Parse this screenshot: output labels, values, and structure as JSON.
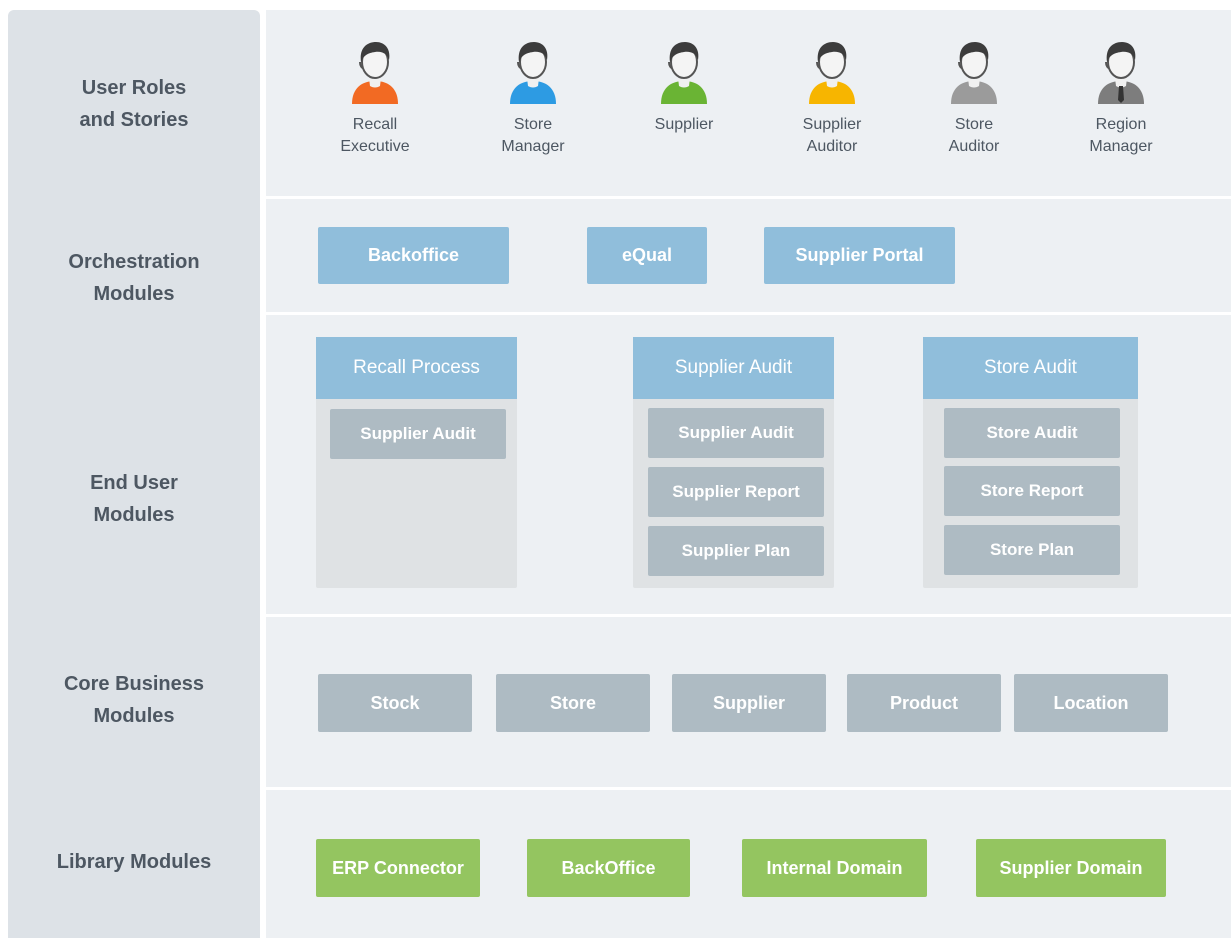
{
  "row_labels": {
    "roles": "User Roles\nand Stories",
    "orchestration": "Orchestration\nModules",
    "end_user": "End User\nModules",
    "core": "Core Business\nModules",
    "library": "Library Modules"
  },
  "roles": [
    {
      "label": "Recall\nExecutive",
      "shirt_color": "#f26a23",
      "icon": "person-icon"
    },
    {
      "label": "Store\nManager",
      "shirt_color": "#2d9be3",
      "icon": "person-icon"
    },
    {
      "label": "Supplier",
      "shirt_color": "#6ab434",
      "icon": "person-icon"
    },
    {
      "label": "Supplier\nAuditor",
      "shirt_color": "#f7b500",
      "icon": "person-icon"
    },
    {
      "label": "Store\nAuditor",
      "shirt_color": "#9b9b9b",
      "icon": "person-icon"
    },
    {
      "label": "Region\nManager",
      "shirt_color": "#7d7d7d",
      "icon": "person-with-tie-icon"
    }
  ],
  "orchestration": [
    "Backoffice",
    "eQual",
    "Supplier Portal"
  ],
  "end_user_groups": [
    {
      "title": "Recall Process",
      "items": [
        "Supplier Audit"
      ]
    },
    {
      "title": "Supplier Audit",
      "items": [
        "Supplier Audit",
        "Supplier Report",
        "Supplier Plan"
      ]
    },
    {
      "title": "Store Audit",
      "items": [
        "Store Audit",
        "Store Report",
        "Store Plan"
      ]
    }
  ],
  "core": [
    "Stock",
    "Store",
    "Supplier",
    "Product",
    "Location"
  ],
  "library": [
    "ERP Connector",
    "BackOffice",
    "Internal Domain",
    "Supplier Domain"
  ],
  "colors": {
    "orchestration": "#90bedb",
    "core": "#aebbc3",
    "library": "#94c560",
    "sidebar": "#dde2e7",
    "panel": "#edf0f3"
  }
}
